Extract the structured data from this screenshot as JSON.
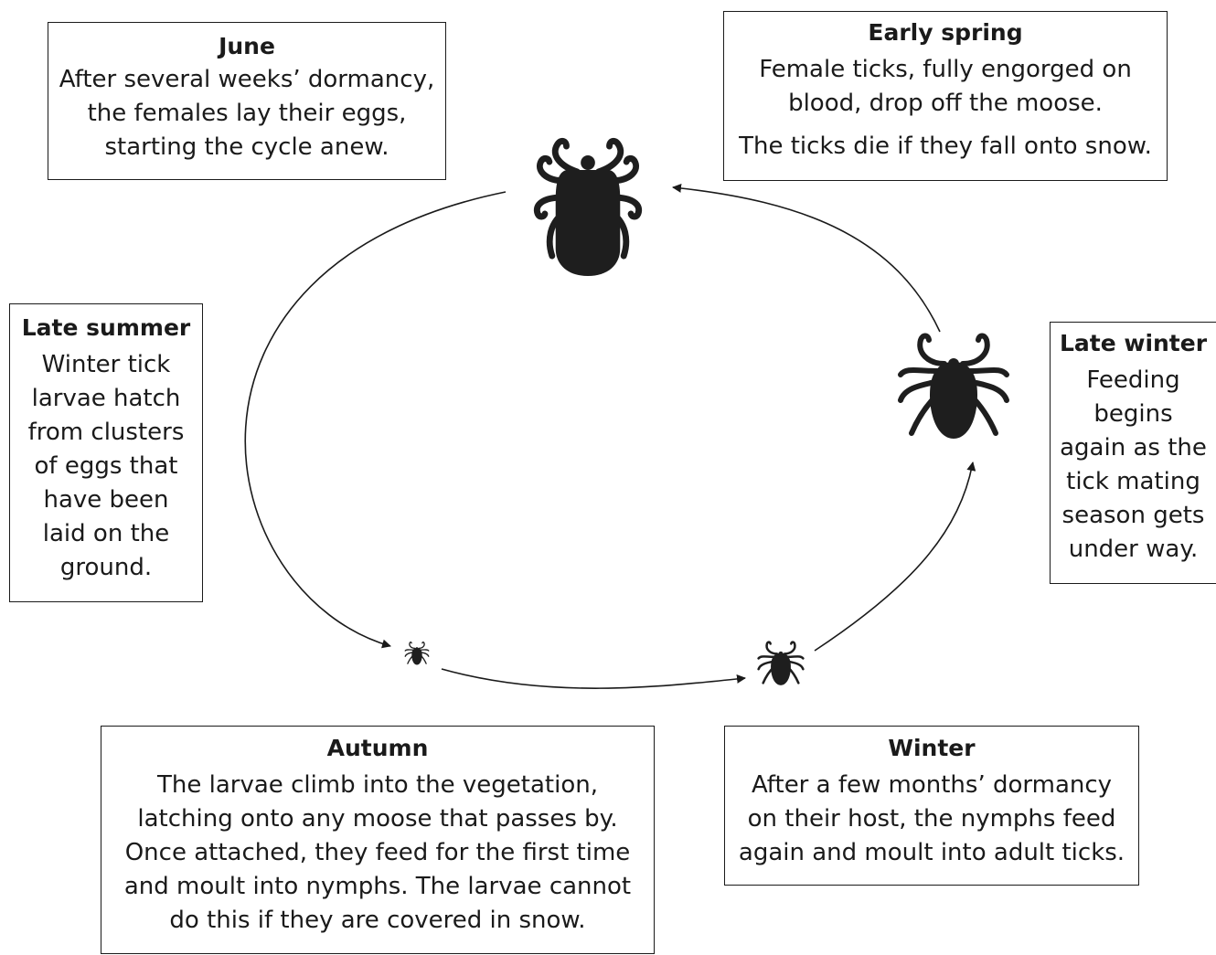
{
  "stages": {
    "june": {
      "title": "June",
      "lines": [
        "After several weeks’ dormancy,",
        "the females lay their eggs,",
        "starting the cycle anew."
      ]
    },
    "early_spring": {
      "title": "Early spring",
      "lines": [
        "Female ticks, fully engorged on",
        "blood, drop off the moose."
      ],
      "note": "The ticks die if they fall onto snow."
    },
    "late_summer": {
      "title": "Late summer",
      "lines": [
        "Winter tick",
        "larvae hatch",
        "from clusters",
        "of eggs that",
        "have been",
        "laid on the",
        "ground."
      ]
    },
    "late_winter": {
      "title": "Late winter",
      "lines": [
        "Feeding",
        "begins",
        "again as the",
        "tick mating",
        "season gets",
        "under way."
      ]
    },
    "autumn": {
      "title": "Autumn",
      "lines": [
        "The larvae climb into the vegetation,",
        "latching onto any moose that passes by.",
        "Once attached, they feed for the first time",
        "and moult into nymphs. The larvae cannot",
        "do this if they are covered in snow."
      ]
    },
    "winter": {
      "title": "Winter",
      "lines": [
        "After a few months’ dormancy",
        "on their host, the nymphs feed",
        "again and moult into adult ticks."
      ]
    }
  },
  "icons": [
    "engorged-female-tick-icon",
    "adult-tick-icon",
    "nymph-tick-icon",
    "larva-tick-icon"
  ],
  "colors": {
    "ink": "#1a1a1a",
    "tick": "#1e1e1e",
    "background": "#ffffff"
  }
}
